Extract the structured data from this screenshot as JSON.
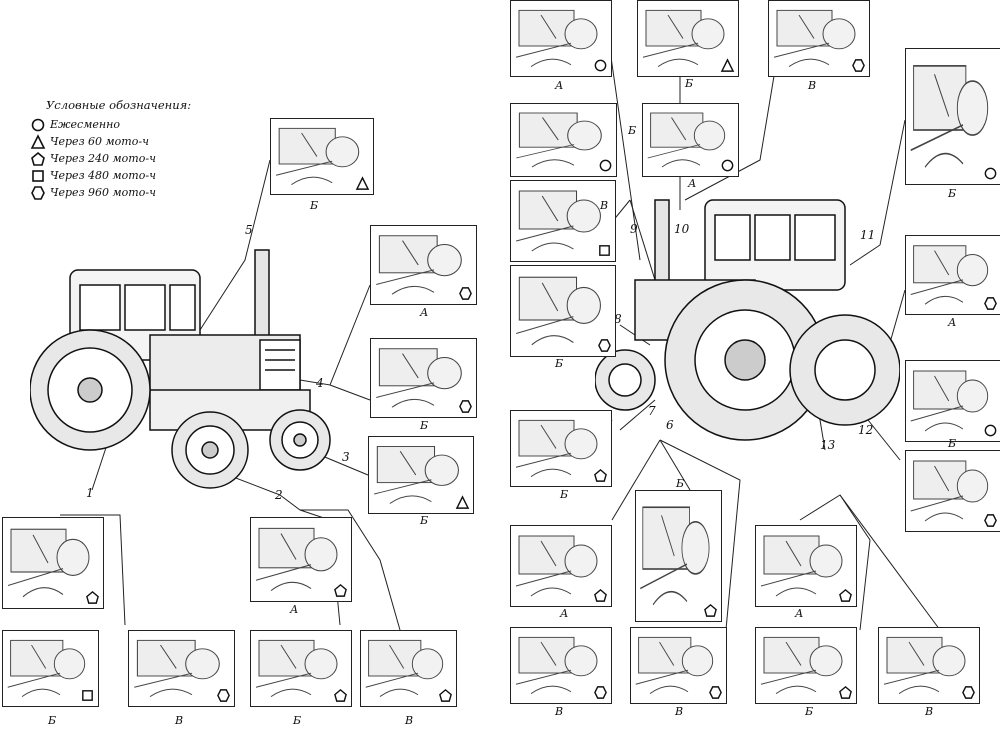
{
  "legend": {
    "title": "Условные обозначения:",
    "items": [
      {
        "symbol": "circle-icon",
        "label": "Ежесменно"
      },
      {
        "symbol": "triangle-icon",
        "label": "Через 60 мото-ч"
      },
      {
        "symbol": "pentagon-icon",
        "label": "Через 240 мото-ч"
      },
      {
        "symbol": "square-icon",
        "label": "Через 480 мото-ч"
      },
      {
        "symbol": "hexagon-icon",
        "label": "Через 960 мото-ч"
      }
    ]
  },
  "callouts": {
    "n1": "1",
    "n2": "2",
    "n3": "3",
    "n4": "4",
    "n5": "5",
    "n6": "6",
    "n7": "7",
    "n8": "8",
    "n9": "9",
    "n10": "10",
    "n11": "11",
    "n12": "12",
    "n13": "13"
  },
  "panels": {
    "p5b": {
      "label": "Б",
      "symbol": "triangle-icon"
    },
    "p4a": {
      "label": "А",
      "symbol": "hexagon-icon"
    },
    "p4b": {
      "label": "Б",
      "symbol": "hexagon-icon"
    },
    "p3b": {
      "label": "Б",
      "symbol": "triangle-icon"
    },
    "p1a": {
      "label": "",
      "symbol": "pentagon-icon"
    },
    "p1b": {
      "label": "Б",
      "symbol": "square-icon"
    },
    "p1v": {
      "label": "В",
      "symbol": "hexagon-icon"
    },
    "p2a": {
      "label": "А",
      "symbol": "pentagon-icon"
    },
    "p2b": {
      "label": "Б",
      "symbol": "pentagon-icon"
    },
    "p2v": {
      "label": "В",
      "symbol": "pentagon-icon"
    },
    "p10a_top": {
      "label": "А",
      "symbol": "circle-icon"
    },
    "p10b_top": {
      "label": "Б",
      "symbol": "triangle-icon"
    },
    "p10v_top": {
      "label": "В",
      "symbol": "hexagon-icon"
    },
    "p9b": {
      "label": "Б",
      "symbol": "circle-icon"
    },
    "p10a_mid": {
      "label": "А",
      "symbol": "circle-icon"
    },
    "p9v": {
      "label": "В",
      "symbol": "square-icon"
    },
    "p8b": {
      "label": "Б",
      "symbol": "hexagon-icon"
    },
    "p11b": {
      "label": "Б",
      "symbol": "circle-icon"
    },
    "p12a": {
      "label": "А",
      "symbol": "hexagon-icon"
    },
    "p12b": {
      "label": "Б",
      "symbol": "circle-icon"
    },
    "p12v": {
      "label": "",
      "symbol": "hexagon-icon"
    },
    "p7b": {
      "label": "Б",
      "symbol": "pentagon-icon"
    },
    "p6a": {
      "label": "А",
      "symbol": "pentagon-icon"
    },
    "p6b": {
      "label": "Б",
      "symbol": "pentagon-icon"
    },
    "p6v1": {
      "label": "В",
      "symbol": "hexagon-icon"
    },
    "p6v2": {
      "label": "В",
      "symbol": "hexagon-icon"
    },
    "p13a": {
      "label": "А",
      "symbol": "pentagon-icon"
    },
    "p13b": {
      "label": "Б",
      "symbol": "pentagon-icon"
    },
    "p13v": {
      "label": "В",
      "symbol": "hexagon-icon"
    }
  }
}
